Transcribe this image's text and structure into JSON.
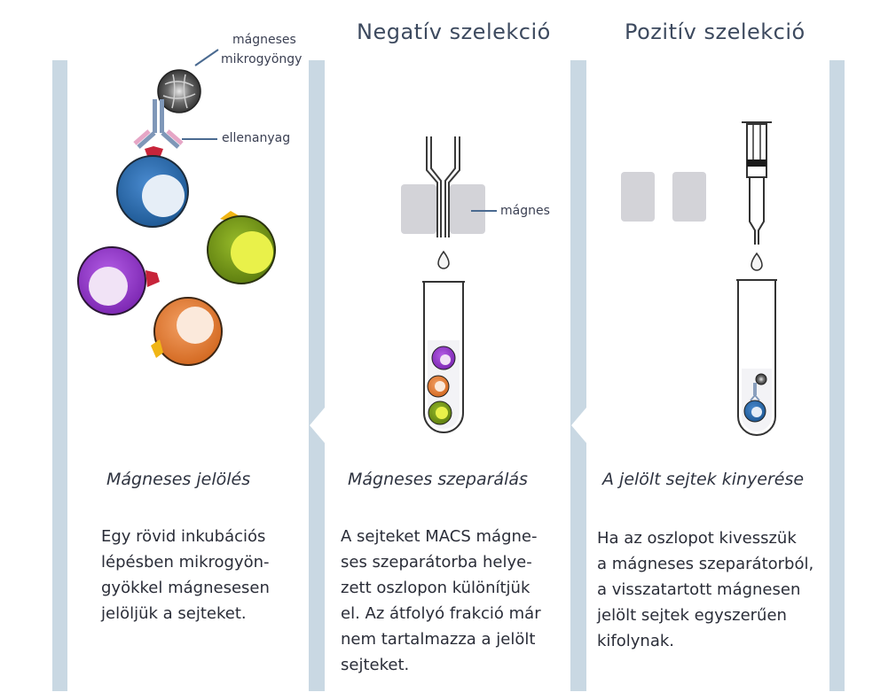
{
  "titles": {
    "negative": "Negatív szelekció",
    "positive": "Pozitív szelekció"
  },
  "labels": {
    "bead_line1": "mágneses",
    "bead_line2": "mikrogyöngy",
    "antibody": "ellenanyag",
    "magnet": "mágnes"
  },
  "sections": [
    {
      "title": "Mágneses jelölés",
      "lines": [
        "Egy rövid inkubációs",
        "lépésben mikrogyön-",
        "gyökkel mágnesesen",
        "jelöljük a sejteket."
      ]
    },
    {
      "title": "Mágneses szeparálás",
      "lines": [
        "A sejteket MACS mágne-",
        "ses szeparátorba helye-",
        "zett oszlopon különítjük",
        "el. Az átfolyó frakció már",
        "nem tartalmazza a jelölt",
        "sejteket."
      ]
    },
    {
      "title": "A jelölt sejtek kinyerése",
      "lines": [
        "Ha az oszlopot kivesszük",
        "a mágneses szeparátorból,",
        "a visszatartott mágnesen",
        "jelölt sejtek egyszerűen",
        "kifolynak."
      ]
    }
  ],
  "colors": {
    "divider": "#c9d8e3",
    "cell_blue": "#2f6fb0",
    "cell_green": "#7da01e",
    "cell_purple": "#9a3fcf",
    "cell_orange": "#e8843a",
    "magnet": "#d3d3d8",
    "antibody": "#7f97b8"
  }
}
